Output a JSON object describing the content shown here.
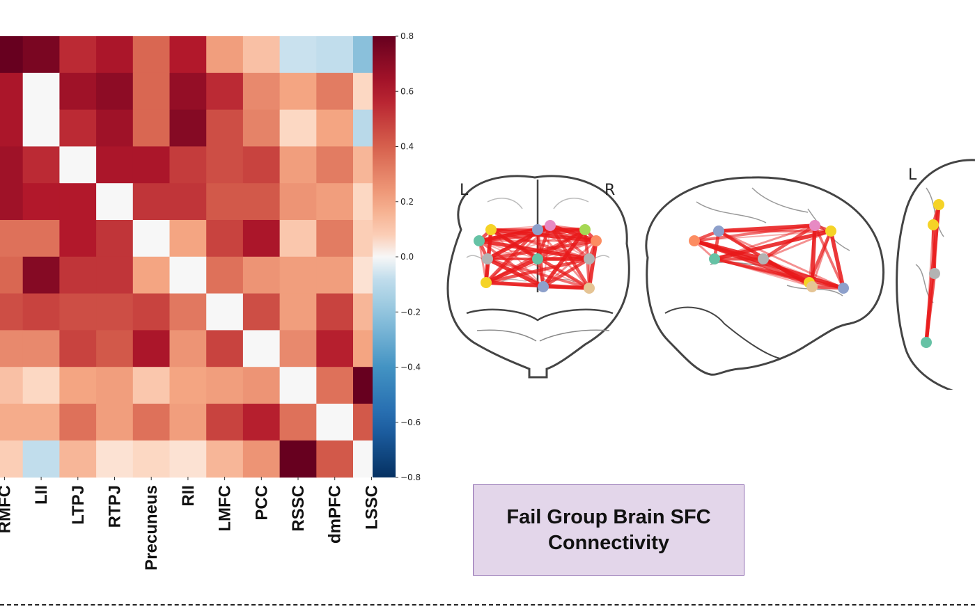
{
  "chart_data": [
    {
      "type": "heatmap",
      "labels": [
        "RMFC",
        "LII",
        "LTPJ",
        "RTPJ",
        "Precuneus",
        "RII",
        "LMFC",
        "PCC",
        "RSSC",
        "dmPFC",
        "LSSC"
      ],
      "visible_row_labels": [],
      "matrix": [
        [
          1.0,
          0.75,
          0.55,
          0.62,
          0.38,
          0.6,
          0.22,
          0.12,
          -0.06,
          -0.08,
          -0.22
        ],
        [
          0.62,
          0.0,
          0.65,
          0.7,
          0.38,
          0.68,
          0.55,
          0.28,
          0.2,
          0.32,
          0.05
        ],
        [
          0.62,
          0.0,
          0.55,
          0.65,
          0.38,
          0.72,
          0.45,
          0.3,
          0.05,
          0.2,
          -0.1
        ],
        [
          0.65,
          0.55,
          0.0,
          0.62,
          0.62,
          0.5,
          0.45,
          0.48,
          0.22,
          0.32,
          0.15
        ],
        [
          0.65,
          0.6,
          0.6,
          0.0,
          0.52,
          0.52,
          0.42,
          0.42,
          0.25,
          0.22,
          0.05
        ],
        [
          0.35,
          0.35,
          0.6,
          0.52,
          0.0,
          0.2,
          0.48,
          0.62,
          0.1,
          0.32,
          0.08
        ],
        [
          0.38,
          0.72,
          0.52,
          0.52,
          0.2,
          0.0,
          0.35,
          0.25,
          0.22,
          0.22,
          0.03
        ],
        [
          0.45,
          0.48,
          0.45,
          0.45,
          0.48,
          0.33,
          0.0,
          0.45,
          0.22,
          0.48,
          0.15
        ],
        [
          0.28,
          0.28,
          0.48,
          0.42,
          0.62,
          0.25,
          0.48,
          0.0,
          0.28,
          0.58,
          0.2
        ],
        [
          0.12,
          0.05,
          0.2,
          0.22,
          0.1,
          0.2,
          0.22,
          0.25,
          0.0,
          0.35,
          0.82
        ],
        [
          0.18,
          0.18,
          0.35,
          0.22,
          0.35,
          0.22,
          0.48,
          0.58,
          0.35,
          0.0,
          0.42
        ],
        [
          0.08,
          -0.08,
          0.15,
          0.03,
          0.05,
          0.03,
          0.15,
          0.25,
          0.82,
          0.42,
          0.0
        ]
      ],
      "colorbar": {
        "min": -0.8,
        "max": 0.8,
        "ticks": [
          "0.8",
          "0.6",
          "0.4",
          "0.2",
          "0.0",
          "−0.2",
          "−0.4",
          "−0.6",
          "−0.8"
        ],
        "colormap": "RdBu_r"
      },
      "colors": {
        "min": "#053061",
        "zero": "#f7f7f7",
        "max": "#67001f"
      }
    }
  ],
  "brain": {
    "views": [
      "coronal",
      "sagittal",
      "axial"
    ],
    "side_labels": {
      "coronal_left": "L",
      "coronal_right": "R",
      "axial_left": "L"
    },
    "edge_color": "#e8191a",
    "node_colors": [
      "#f5d327",
      "#66c2a5",
      "#8da0cb",
      "#e78ac3",
      "#a6d854",
      "#fc8d62",
      "#b3b3b3",
      "#e5c494"
    ]
  },
  "caption": {
    "line1": "Fail Group Brain SFC",
    "line2": "Connectivity",
    "bg": "#e3d6ea",
    "border": "#8e6bb0"
  }
}
